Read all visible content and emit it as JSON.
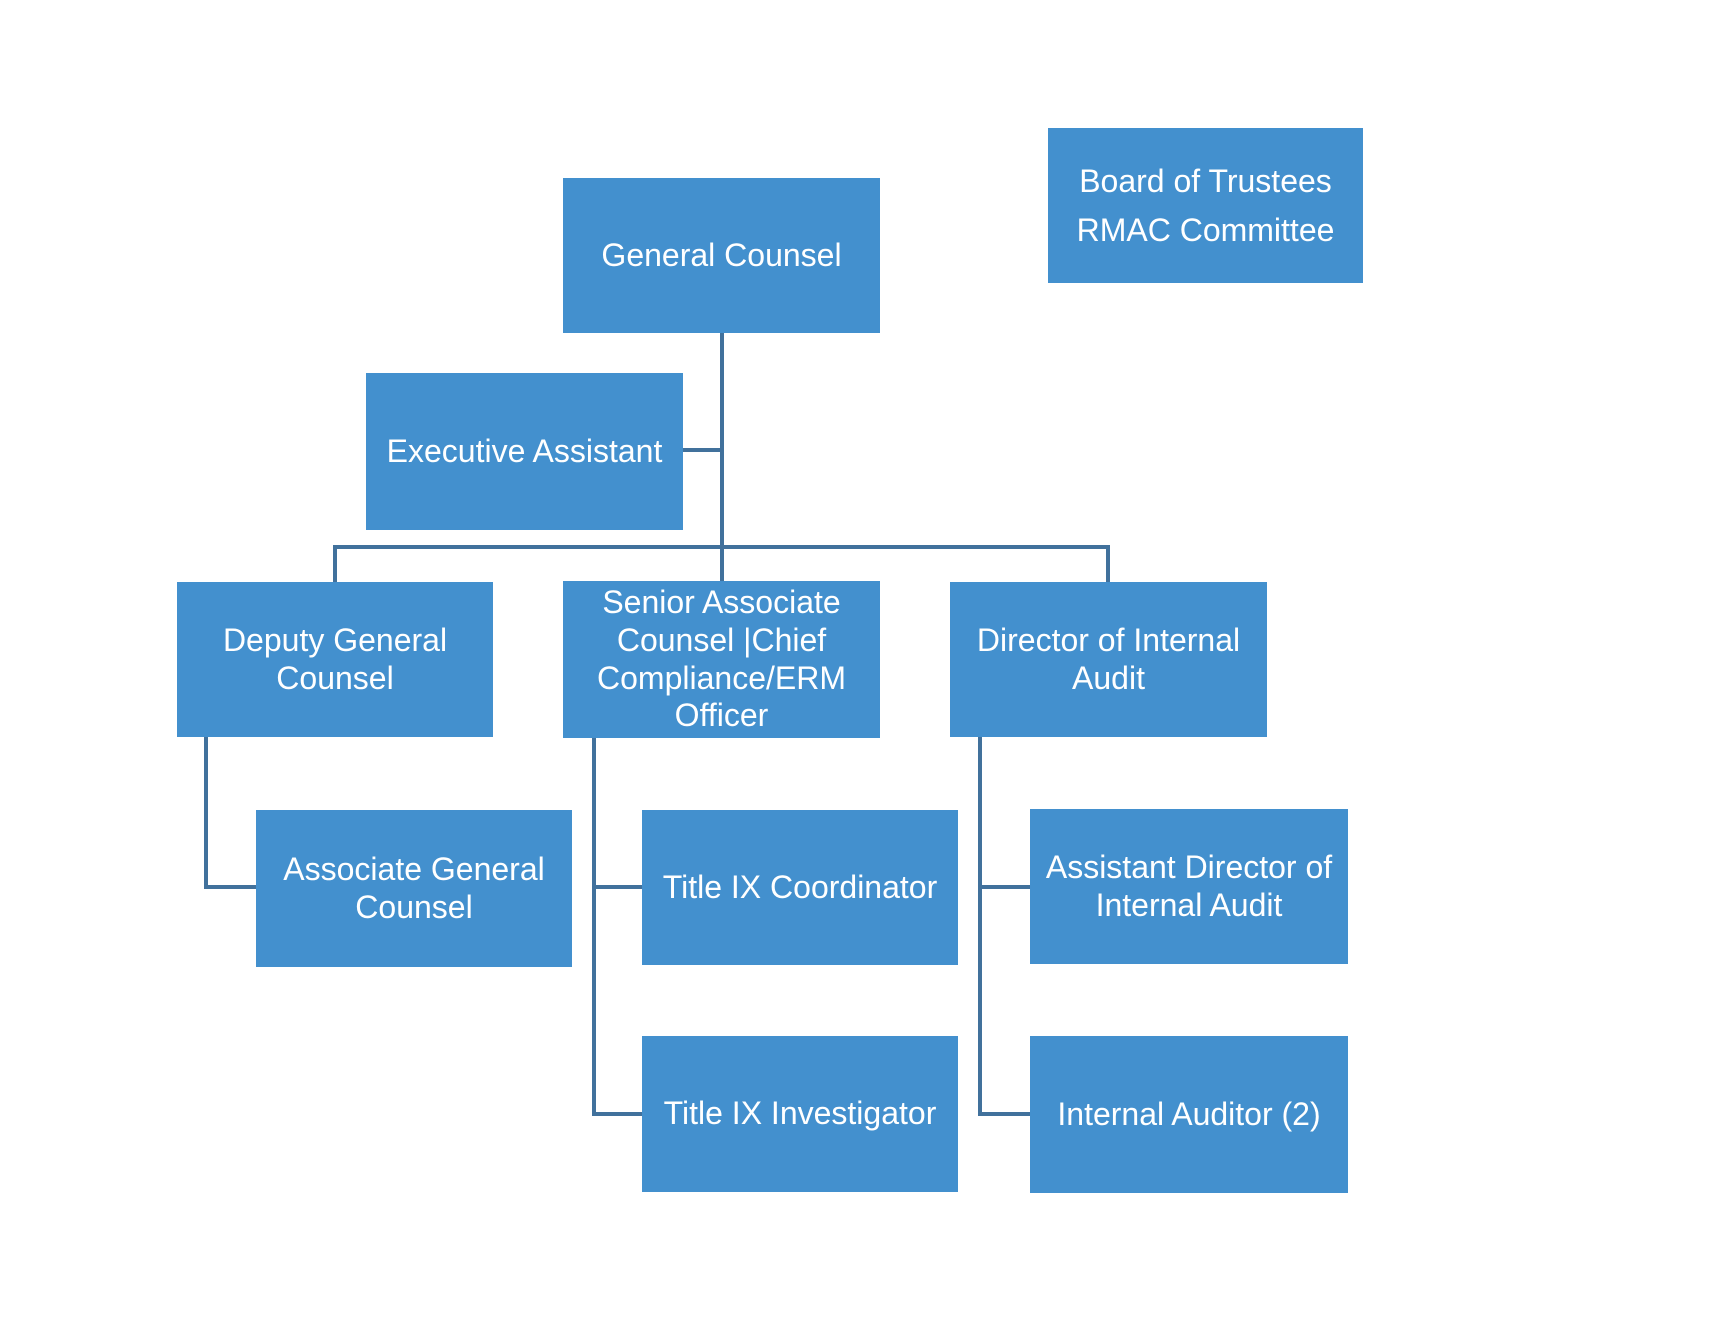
{
  "theme": {
    "box_fill": "#4390CE",
    "box_text": "#FFFFFF",
    "connector": "#41719C",
    "page_bg": "#FFFFFF"
  },
  "org_chart": {
    "nodes": {
      "board": {
        "label": "Board of Trustees\nRMAC Committee"
      },
      "general_counsel": {
        "label": "General Counsel"
      },
      "executive_assistant": {
        "label": "Executive Assistant"
      },
      "deputy_general_counsel": {
        "label": "Deputy General\nCounsel"
      },
      "senior_associate_counsel": {
        "label": "Senior Associate\nCounsel |Chief\nCompliance/ERM\nOfficer"
      },
      "director_internal_audit": {
        "label": "Director of Internal\nAudit"
      },
      "associate_general_counsel": {
        "label": "Associate General\nCounsel"
      },
      "title_ix_coordinator": {
        "label": "Title IX Coordinator"
      },
      "assistant_director_internal_audit": {
        "label": "Assistant Director of\nInternal Audit"
      },
      "title_ix_investigator": {
        "label": "Title IX Investigator"
      },
      "internal_auditor": {
        "label": "Internal Auditor (2)"
      }
    },
    "edges": [
      {
        "from": "general_counsel",
        "to": "executive_assistant",
        "type": "assistant"
      },
      {
        "from": "general_counsel",
        "to": "deputy_general_counsel",
        "type": "report"
      },
      {
        "from": "general_counsel",
        "to": "senior_associate_counsel",
        "type": "report"
      },
      {
        "from": "general_counsel",
        "to": "director_internal_audit",
        "type": "report"
      },
      {
        "from": "deputy_general_counsel",
        "to": "associate_general_counsel",
        "type": "report"
      },
      {
        "from": "senior_associate_counsel",
        "to": "title_ix_coordinator",
        "type": "report"
      },
      {
        "from": "senior_associate_counsel",
        "to": "title_ix_investigator",
        "type": "report"
      },
      {
        "from": "director_internal_audit",
        "to": "assistant_director_internal_audit",
        "type": "report"
      },
      {
        "from": "director_internal_audit",
        "to": "internal_auditor",
        "type": "report"
      }
    ]
  }
}
